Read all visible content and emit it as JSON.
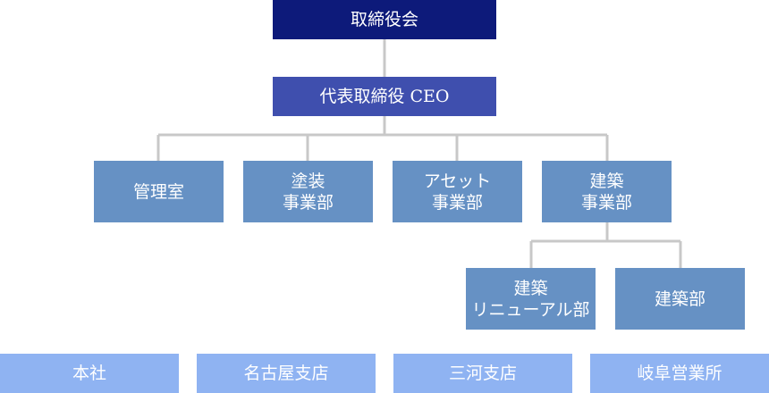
{
  "org_chart": {
    "board": {
      "label": "取締役会"
    },
    "ceo": {
      "label": "代表取締役 CEO"
    },
    "departments": [
      {
        "lines": [
          "管理室"
        ]
      },
      {
        "lines": [
          "塗装",
          "事業部"
        ]
      },
      {
        "lines": [
          "アセット",
          "事業部"
        ]
      },
      {
        "lines": [
          "建築",
          "事業部"
        ]
      }
    ],
    "construction_subunits": [
      {
        "lines": [
          "建築",
          "リニューアル部"
        ]
      },
      {
        "lines": [
          "建築部"
        ]
      }
    ],
    "offices": [
      {
        "label": "本社"
      },
      {
        "label": "名古屋支店"
      },
      {
        "label": "三河支店"
      },
      {
        "label": "岐阜営業所"
      }
    ]
  },
  "colors": {
    "board": "#0d1a7a",
    "ceo": "#3f4fae",
    "department": "#6691c4",
    "office": "#8fb3f2",
    "connector": "#c8c8c8",
    "text": "#ffffff"
  }
}
